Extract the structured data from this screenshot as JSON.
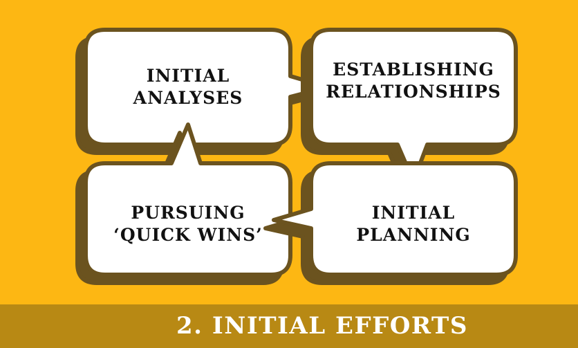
{
  "bubbles": {
    "initial_analyses": {
      "line1": "INITIAL",
      "line2": "ANALYSES"
    },
    "establishing_relationships": {
      "line1": "ESTABLISHING",
      "line2": "RELATIONSHIPS"
    },
    "pursuing_quick_wins": {
      "line1": "PURSUING",
      "line2": "‘QUICK WINS’"
    },
    "initial_planning": {
      "line1": "INITIAL",
      "line2": "PLANNING"
    }
  },
  "footer": {
    "title": "2. INITIAL EFFORTS"
  },
  "colors": {
    "background": "#FDB713",
    "footer_bar": "#B88914",
    "bubble_fill": "#FFFFFF",
    "bubble_outline": "#6B531F",
    "bubble_shadow": "#6B531F",
    "text": "#111111",
    "footer_text": "#FFFFFF"
  }
}
